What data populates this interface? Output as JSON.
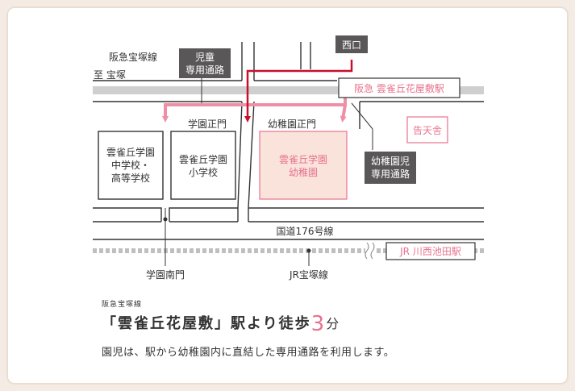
{
  "map": {
    "hankyu_line": "阪急宝塚線",
    "to_takarazuka": "至 宝塚",
    "child_path_tag": [
      "児童",
      "専用通路"
    ],
    "west_exit": "西口",
    "station": "阪急 雲雀丘花屋敷駅",
    "gate_gakuen": "学園正門",
    "gate_kindergarten": "幼稚園正門",
    "school_middle_high": [
      "雲雀丘学園",
      "中学校・",
      "高等学校"
    ],
    "school_elementary": [
      "雲雀丘学園",
      "小学校"
    ],
    "kindergarten": [
      "雲雀丘学園",
      "幼稚園"
    ],
    "kinder_path_tag": [
      "幼稚園児",
      "専用通路"
    ],
    "kokutensha": "告天舎",
    "route176": "国道176号線",
    "jr_station": "JR 川西池田駅",
    "south_gate": "学園南門",
    "jr_line": "JR宝塚線"
  },
  "caption": {
    "line_name": "阪急宝塚線",
    "headline_pre": "「雲雀丘花屋敷」駅より徒歩",
    "minutes": "3",
    "unit": "分",
    "note": "園児は、駅から幼稚園内に直結した専用通路を利用します。"
  },
  "colors": {
    "accent": "#e8728e",
    "kinder_fill": "#f9e3da",
    "tag_gray": "#595757",
    "road": "#333333",
    "rail": "#c8c8c8"
  }
}
